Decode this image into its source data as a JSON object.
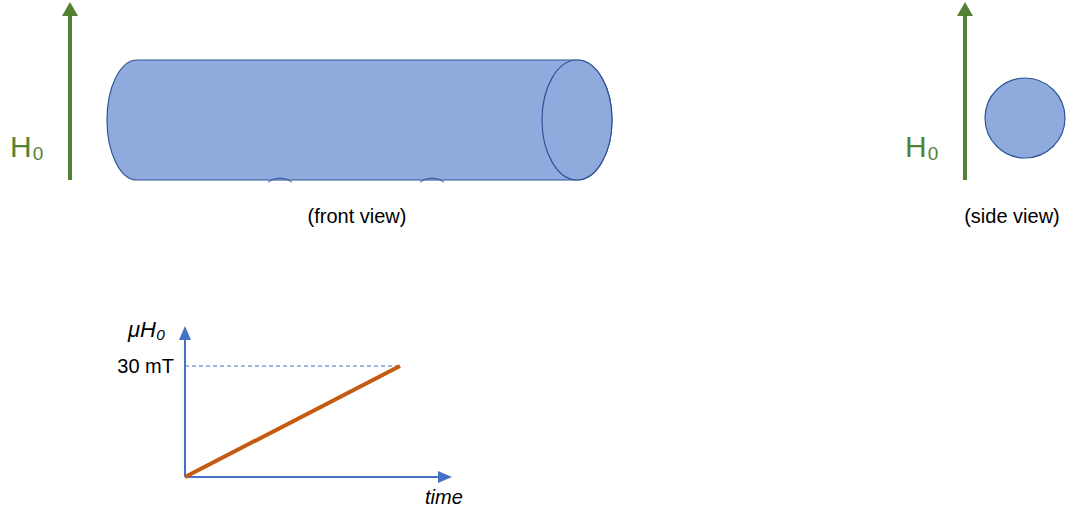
{
  "diagram": {
    "labels": [
      "H₀",
      "(front view)",
      "H₀",
      "(side view)",
      "μH₀",
      "30 mT",
      "time"
    ]
  }
}
